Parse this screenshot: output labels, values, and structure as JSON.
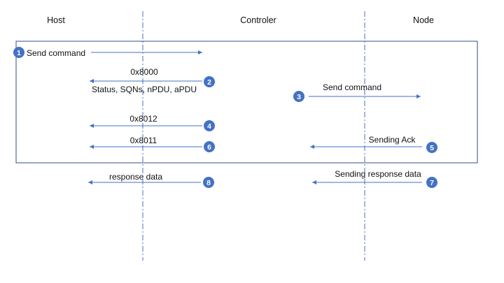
{
  "lanes": {
    "host": "Host",
    "controller": "Controler",
    "node": "Node"
  },
  "steps": [
    {
      "num": "1",
      "label": "Send command"
    },
    {
      "num": "2",
      "label": "0x8000",
      "sublabel": "Status, SQNs, nPDU, aPDU"
    },
    {
      "num": "3",
      "label": "Send command"
    },
    {
      "num": "4",
      "label": "0x8012"
    },
    {
      "num": "5",
      "label": "Sending Ack"
    },
    {
      "num": "6",
      "label": "0x8011"
    },
    {
      "num": "7",
      "label": "Sending response data"
    },
    {
      "num": "8",
      "label": "response data"
    }
  ],
  "colors": {
    "accent": "#4472C4",
    "frame": "#2F4F8F",
    "text": "#111111",
    "background": "#FFFFFF"
  },
  "icons": {
    "step_marker": "numbered-circle-icon",
    "arrow": "arrow-head-icon"
  }
}
